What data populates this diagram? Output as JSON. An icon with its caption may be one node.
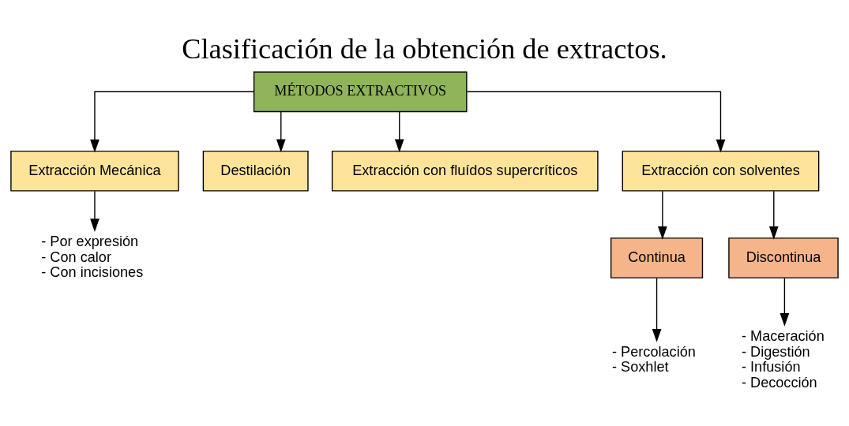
{
  "diagram": {
    "title": "Clasificación de la obtención de extractos.",
    "nodes": [
      {
        "text": [
          "MÉTODOS EXTRACTIVOS"
        ]
      },
      {
        "text": [
          "Extracción Mecánica"
        ]
      },
      {
        "text": [
          "Destilación"
        ]
      },
      {
        "text": [
          "Extracción con fluídos supercríticos"
        ]
      },
      {
        "text": [
          "Extracción con solventes"
        ]
      },
      {
        "text": [
          "- Por expresión",
          "- Con calor",
          "- Con incisiones"
        ]
      },
      {
        "text": [
          "Continua"
        ]
      },
      {
        "text": [
          "Discontinua"
        ]
      },
      {
        "text": [
          "- Percolación",
          "- Soxhlet"
        ]
      },
      {
        "text": [
          "- Maceración",
          "- Digestión",
          "- Infusión",
          "- Decocción"
        ]
      }
    ],
    "edges": [
      {
        "from": 0,
        "to": 1,
        "arrow": "to"
      },
      {
        "from": 0,
        "to": 2,
        "arrow": "to"
      },
      {
        "from": 0,
        "to": 3,
        "arrow": "to"
      },
      {
        "from": 0,
        "to": 4,
        "arrow": "to"
      },
      {
        "from": 1,
        "to": 5,
        "arrow": "to"
      },
      {
        "from": 4,
        "to": 6,
        "arrow": "to"
      },
      {
        "from": 4,
        "to": 7,
        "arrow": "to"
      },
      {
        "from": 6,
        "to": 8,
        "arrow": "to"
      },
      {
        "from": 7,
        "to": 9,
        "arrow": "to"
      }
    ]
  }
}
